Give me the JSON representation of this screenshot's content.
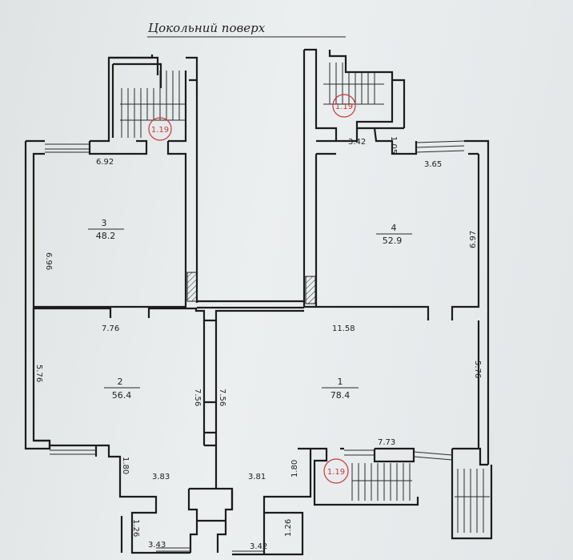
{
  "title": "Цокольний поверх",
  "rooms": [
    {
      "number": "1",
      "area": "78.4"
    },
    {
      "number": "2",
      "area": "56.4"
    },
    {
      "number": "3",
      "area": "48.2"
    },
    {
      "number": "4",
      "area": "52.9"
    }
  ],
  "dimensions": {
    "room3_width": "6.92",
    "room3_height": "6.96",
    "stair_right_width": "3.42",
    "stair_right_depth": "1.05",
    "room4_top": "3.65",
    "room4_height": "6.97",
    "room2_width": "7.76",
    "room1_width": "11.58",
    "room2_height": "5.76",
    "room1_height_right": "5.76",
    "partition_left": "7.56",
    "partition_right": "7.56",
    "room1_bottom": "7.73",
    "left_bay_side": "1.80",
    "left_bay_width": "3.83",
    "right_bay_width": "3.81",
    "right_bay_side": "1.80",
    "left_vestibule_side": "1.26",
    "left_vestibule_width": "3.43",
    "right_vestibule_width": "3.42",
    "right_vestibule_side": "1.26"
  },
  "stamps": [
    "1.19",
    "1.19",
    "1.19"
  ]
}
